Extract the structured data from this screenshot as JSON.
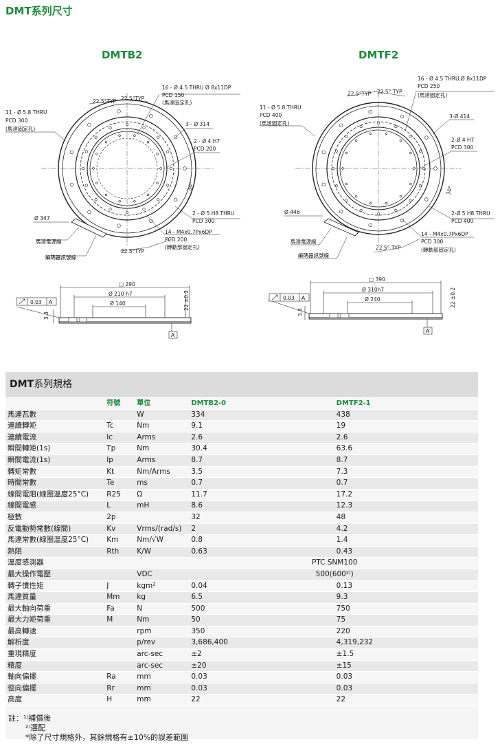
{
  "page": {
    "title": "DMT系列尺寸"
  },
  "drawings": {
    "left": {
      "model": "DMTB2",
      "labels": {
        "typ_a": "22.5°TYP",
        "typ_b": "22.5°TYP",
        "holes16": "16 - Ø 4.5 THRU Ø 8x11DP",
        "pcd150": "PCD 150",
        "motor_fix": "(馬達固定孔)",
        "holes11": "11 - Ø 5.8 THRU",
        "pcd300a": "PCD 300",
        "motor_fix2": "(馬達固定孔)",
        "d314": "3 - Ø 314",
        "d4h7": "2 - Ø 4 H7",
        "pcd200": "PCD 200",
        "ang30": "30°",
        "d347": "Ø 347",
        "d5h8": "2 - Ø 5 H8 THRU",
        "pcd300b": "PCD 300",
        "m4": "14 - M4x0.7Px6DP",
        "pcd200b": "PCD 200",
        "rot_fix": "(轉動部固定孔)",
        "motor_cable": "馬達電源線",
        "enc_cable": "編碼器訊號線",
        "typ_c": "22.5°TYP",
        "sq": "□ 290",
        "d210": "Ø 210 h7",
        "d140": "Ø 140",
        "flat": "0.03",
        "datum": "A",
        "h33": "3.3",
        "h22": "22 ±0.2",
        "datum_b": "A"
      }
    },
    "right": {
      "model": "DMTF2",
      "labels": {
        "typ_a": "22.5°TYP",
        "typ_b": "22.5° TYP",
        "holes16": "16 - Ø 4.5 THRU,Ø 8x11DP",
        "pcd250": "PCD 250",
        "motor_fix": "(馬達固定孔)",
        "holes11": "11 - Ø 5.8 THRU",
        "pcd400a": "PCD 400",
        "motor_fix2": "(馬達固定孔)",
        "d414": "3-Ø 414",
        "d4h7": "2-Ø 4 H7",
        "pcd300": "PCD 300",
        "ang30": "30°",
        "d446": "Ø 446",
        "d5h8": "2-Ø 5 H8 THRU",
        "pcd400b": "PCD 400",
        "m4": "14 - M4x0.7Px6DP",
        "pcd300b": "PCD 300",
        "rot_fix": "(轉動部固定孔)",
        "motor_cable": "馬達電源線",
        "enc_cable": "編碼器訊號線",
        "typ_c": "22.5° TYP",
        "sq": "□ 390",
        "d310": "Ø 310h7",
        "d240": "Ø 240",
        "flat": "0.03",
        "datum": "A",
        "h33": "3.3",
        "h22": "22 ±0.2",
        "datum_b": "A"
      }
    }
  },
  "spec": {
    "title_bold": "DMT",
    "title_rest": "系列規格",
    "header": [
      "",
      "符號",
      "單位",
      "DMTB2-0",
      "DMTF2-1"
    ],
    "rows": [
      [
        "馬達瓦數",
        "",
        "W",
        "334",
        "438"
      ],
      [
        "連續轉矩",
        "Tc",
        "Nm",
        "9.1",
        "19"
      ],
      [
        "連續電流",
        "Ic",
        "Arms",
        "2.6",
        "2.6"
      ],
      [
        "瞬間轉矩(1s)",
        "Tp",
        "Nm",
        "30.4",
        "63.6"
      ],
      [
        "瞬間電流(1s)",
        "Ip",
        "Arms",
        "8.7",
        "8.7"
      ],
      [
        "轉矩常數",
        "Kt",
        "Nm/Arms",
        "3.5",
        "7.3"
      ],
      [
        "時間常數",
        "Te",
        "ms",
        "0.7",
        "0.7"
      ],
      [
        "線間電阻(線圈溫度25°C)",
        "R25",
        "Ω",
        "11.7",
        "17.2"
      ],
      [
        "線間電感",
        "L",
        "mH",
        "8.6",
        "12.3"
      ],
      [
        "極數",
        "2p",
        "",
        "32",
        "48"
      ],
      [
        "反電動勢常數(線間)",
        "Kv",
        "Vrms/(rad/s)",
        "2",
        "4.2"
      ],
      [
        "馬達常數(線圈溫度25°C)",
        "Km",
        "Nm/√W",
        "0.8",
        "1.4"
      ],
      [
        "熱阻",
        "Rth",
        "K/W",
        "0.63",
        "0.43"
      ],
      [
        "溫度感測器",
        "",
        "",
        "PTC SNM100",
        null
      ],
      [
        "最大操作電壓",
        "",
        "VDC",
        "500(600²⁾)",
        null
      ],
      [
        "轉子慣性矩",
        "J",
        "kgm²",
        "0.04",
        "0.13"
      ],
      [
        "馬達質量",
        "Mm",
        "kg",
        "6.5",
        "9.3"
      ],
      [
        "最大軸向荷重",
        "Fa",
        "N",
        "500",
        "750"
      ],
      [
        "最大力矩荷重",
        "M",
        "Nm",
        "50",
        "75"
      ],
      [
        "最高轉速",
        "",
        "rpm",
        "350",
        "220"
      ],
      [
        "解析度",
        "",
        "p/rev",
        "3,686,400",
        "4,319,232"
      ],
      [
        "重現精度",
        "",
        "arc-sec",
        "±2",
        "±1.5"
      ],
      [
        "精度",
        "",
        "arc-sec",
        "±20",
        "±15"
      ],
      [
        "軸向偏擺",
        "Ra",
        "mm",
        "0.03",
        "0.03"
      ],
      [
        "徑向偏擺",
        "Rr",
        "mm",
        "0.03",
        "0.03"
      ],
      [
        "高度",
        "H",
        "mm",
        "22",
        "22"
      ]
    ],
    "notes": {
      "prefix": "註：",
      "n1": "¹⁾補償後",
      "n2": "²⁾選配",
      "n3": "*除了尺寸規格外，其餘規格有±10%的誤差範圍"
    }
  }
}
